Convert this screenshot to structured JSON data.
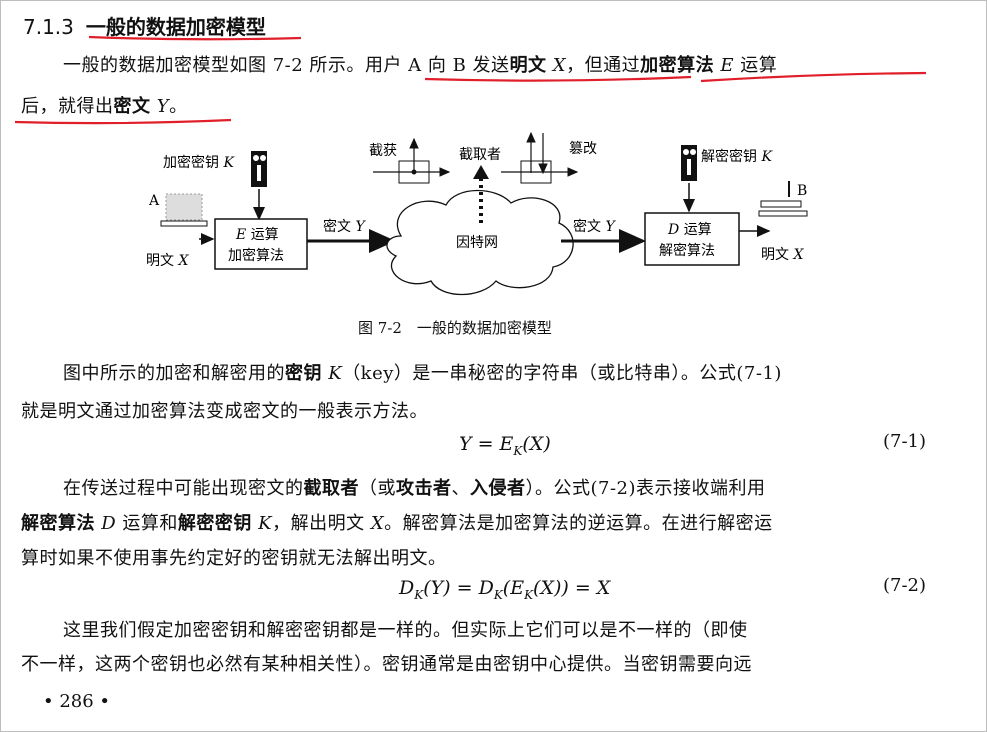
{
  "section": {
    "number": "7.1.3",
    "title": "一般的数据加密模型"
  },
  "para1": {
    "line1_a": "一般的数据加密模型如图 7-2 所示。",
    "line1_b": "用户 A 向 B 发送",
    "line1_c": "明文",
    "line1_d": "X",
    "line1_e": "，但通过",
    "line1_f": "加密算法",
    "line1_g": "E",
    "line1_h": "运算",
    "line2_a": "后，就得出",
    "line2_b": "密文",
    "line2_c": "Y",
    "line2_d": "。"
  },
  "figure": {
    "caption": "图 7-2　一般的数据加密模型",
    "enc_key_label": "加密密钥",
    "enc_key_var": "K",
    "user_a": "A",
    "plaintext_label": "明文",
    "plaintext_var": "X",
    "enc_box_var": "E",
    "enc_box_line1": "运算",
    "enc_box_line2": "加密算法",
    "cipher_label": "密文",
    "cipher_var": "Y",
    "intercept_label": "截获",
    "interceptor_label": "截取者",
    "tamper_label": "篡改",
    "internet_label": "因特网",
    "dec_key_label": "解密密钥",
    "dec_key_var": "K",
    "dec_box_var": "D",
    "dec_box_line1": "运算",
    "dec_box_line2": "解密算法",
    "user_b": "B"
  },
  "para2": {
    "l1a": "图中所示的加密和解密用的",
    "l1b": "密钥",
    "l1c": "K",
    "l1d": "（key）是一串秘密的字符串（或比特串）。公式(7-1)",
    "l2": "就是明文通过加密算法变成密文的一般表示方法。"
  },
  "eq1": {
    "text": "Y = E",
    "sub": "K",
    "tail": "(X)",
    "number": "(7-1)"
  },
  "para3": {
    "l1a": "在传送过程中可能出现密文的",
    "l1b": "截取者",
    "l1c": "（或",
    "l1d": "攻击者",
    "l1e": "、",
    "l1f": "入侵者",
    "l1g": "）。公式(7-2)表示接收端利用",
    "l2a": "解密算法",
    "l2b": "D",
    "l2c": "运算和",
    "l2d": "解密密钥",
    "l2e": "K",
    "l2f": "，解出明文",
    "l2g": "X",
    "l2h": "。解密算法是加密算法的逆运算。在进行解密运",
    "l3": "算时如果不使用事先约定好的密钥就无法解出明文。"
  },
  "eq2": {
    "d1": "D",
    "s1": "K",
    "m1": "(Y) = D",
    "s2": "K",
    "m2": "(E",
    "s3": "K",
    "tail": "(X)) = X",
    "number": "(7-2)"
  },
  "para4": {
    "l1": "这里我们假定加密密钥和解密密钥都是一样的。但实际上它们可以是不一样的（即使",
    "l2": "不一样，这两个密钥也必然有某种相关性）。密钥通常是由密钥中心提供。当密钥需要向远"
  },
  "page_number": "• 286 •",
  "colors": {
    "underline": "#e01f2a",
    "ink": "#111111"
  }
}
